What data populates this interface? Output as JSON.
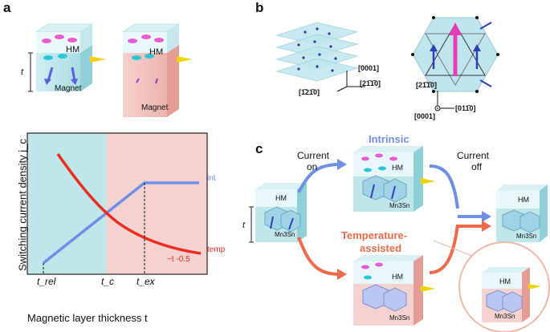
{
  "panels": {
    "a": "a",
    "b": "b",
    "c": "c"
  },
  "panel_a": {
    "hm_left": "HM",
    "hm_right": "HM",
    "magnet_left": "Magnet",
    "magnet_right": "Magnet",
    "thickness_symbol": "t"
  },
  "panel_b": {
    "dir_0001_top": "[0001]",
    "dir_1210": "[1̄21̄0]",
    "dir_2110_top": "[21̄1̄0]",
    "dir_2110_right": "[21̄1̄0]",
    "dir_0110": "[011̄0]",
    "dir_0001_bottom": "[0001]"
  },
  "panel_c": {
    "current_on_1": "Current",
    "current_on_2": "on",
    "current_off_1": "Current",
    "current_off_2": "off",
    "intrinsic": "Intrinsic",
    "temp_1": "Temperature-",
    "temp_2": "assisted",
    "hm": "HM",
    "mn3sn": "Mn3Sn",
    "thickness_symbol": "t",
    "colors": {
      "intrinsic": "#6f8fe6",
      "temperature": "#ee6a4a"
    }
  },
  "chart_data": {
    "type": "line",
    "ylabel": "Switching current density j_c",
    "xlabel": "Magnetic layer thickness t",
    "x_ticks": [
      "t_rel",
      "t_c",
      "t_ex"
    ],
    "annotations": [
      "int",
      "temp",
      "~t -0.5"
    ],
    "series": [
      {
        "name": "int",
        "color": "#6f8fe6"
      },
      {
        "name": "temp",
        "color": "#ee2b1e"
      }
    ],
    "regions": [
      {
        "color": "#bfe7ea"
      },
      {
        "color": "#f4d2d0"
      }
    ]
  }
}
